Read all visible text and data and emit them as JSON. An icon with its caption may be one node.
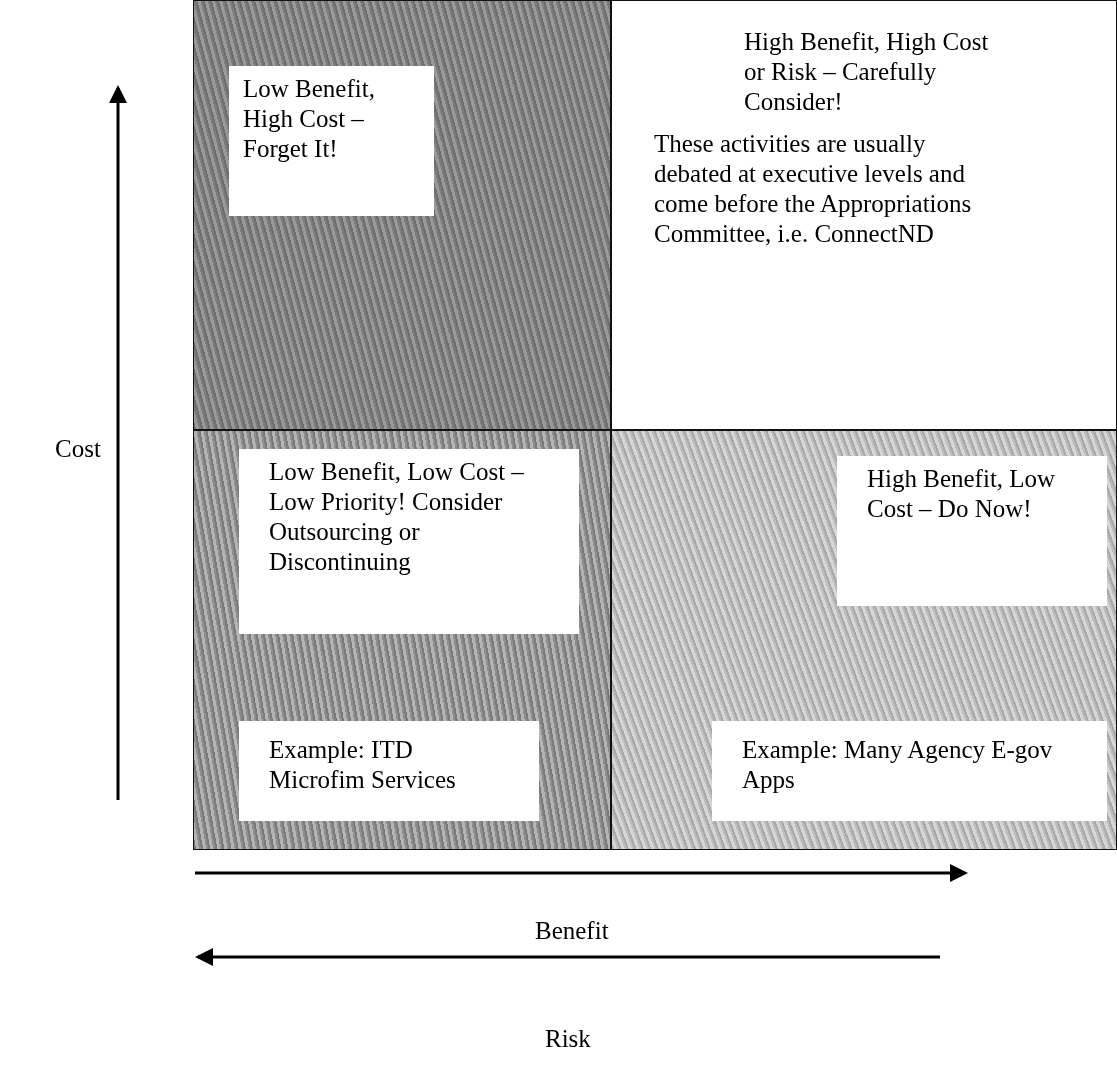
{
  "diagram": {
    "nodes": [
      {
        "text": [],
        "shape": "box"
      },
      {
        "text": [
          "Low Benefit, High Cost – Forget It!"
        ],
        "in": 0
      },
      {
        "text": [
          "High Benefit, High Cost or Risk – Carefully Consider!",
          "These activities are usually debated at executive levels and come before the Appropriations Committee, i.e. ConnectND"
        ]
      },
      {
        "text": [],
        "shape": "box"
      },
      {
        "text": [
          "Low Benefit, Low Cost – Low Priority! Consider Outsourcing or Discontinuing"
        ],
        "in": 3
      },
      {
        "text": [
          "Example: ITD Microfim Services"
        ],
        "in": 3
      },
      {
        "text": [],
        "shape": "box"
      },
      {
        "text": [
          "High Benefit, Low Cost – Do Now!"
        ],
        "in": 6
      },
      {
        "text": [
          "Example: Many Agency E-gov Apps"
        ],
        "in": 6
      }
    ],
    "edges": [],
    "labels": [
      "Cost",
      "Benefit",
      "Risk"
    ]
  }
}
